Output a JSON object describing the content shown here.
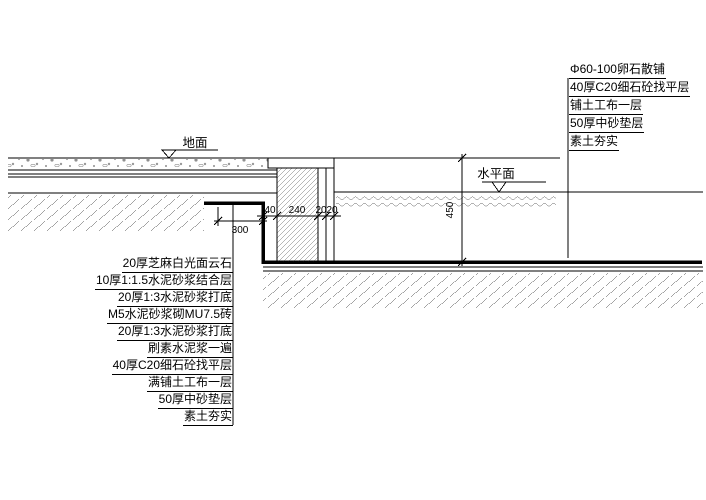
{
  "drawing": {
    "kind": "pool-edge construction detail (CAD)",
    "ground_label": "地面",
    "water_label": "水平面"
  },
  "callouts_top_right": [
    "Φ60-100卵石散铺",
    "40厚C20细石砼找平层",
    "铺土工布一层",
    "50厚中砂垫层",
    "素土夯实"
  ],
  "callouts_bottom_left": [
    "20厚芝麻白光面云石",
    "10厚1:1.5水泥砂浆结合层",
    "20厚1:3水泥砂浆打底",
    "M5水泥砂浆砌MU7.5砖",
    "20厚1:3水泥砂浆打底",
    "刷素水泥浆一遍",
    "40厚C20细石砼找平层",
    "满铺土工布一层",
    "50厚中砂垫层",
    "素土夯实"
  ],
  "dimensions": {
    "tread_width": "300",
    "wall_layers": [
      "40",
      "240",
      "20",
      "20"
    ],
    "water_depth": "450"
  },
  "colors": {
    "line": "#000000",
    "background": "#ffffff",
    "pebble_dot": "#8f8f8f",
    "hatch": "#333333"
  }
}
